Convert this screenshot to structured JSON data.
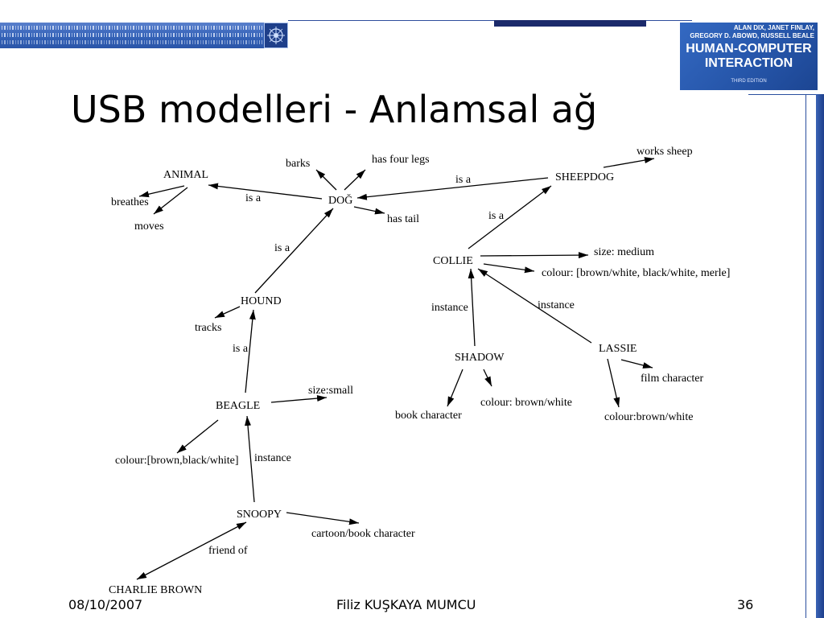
{
  "slide": {
    "title": "USB modelleri - Anlamsal ağ",
    "footer": {
      "date": "08/10/2007",
      "author": "Filiz KUŞKAYA MUMCU",
      "page": "36"
    }
  },
  "book_cover": {
    "authors_line1": "ALAN DIX, JANET FINLAY,",
    "authors_line2": "GREGORY D. ABOWD, RUSSELL BEALE",
    "title_line1": "HUMAN-COMPUTER",
    "title_line2": "INTERACTION",
    "edition": "THIRD EDITION"
  },
  "colors": {
    "accent_blue": "#2656aa",
    "navy": "#1b2a6b",
    "text": "#000000"
  },
  "diagram": {
    "nodes": [
      {
        "label": "ANIMAL"
      },
      {
        "label": "breathes"
      },
      {
        "label": "moves"
      },
      {
        "label": "barks"
      },
      {
        "label": "has four legs"
      },
      {
        "label": "DOĞ"
      },
      {
        "label": "has tail"
      },
      {
        "label": "SHEEPDOG"
      },
      {
        "label": "works sheep"
      },
      {
        "label": "COLLIE"
      },
      {
        "label": "size: medium"
      },
      {
        "label": "colour: [brown/white, black/white, merle]"
      },
      {
        "label": "HOUND"
      },
      {
        "label": "tracks"
      },
      {
        "label": "SHADOW"
      },
      {
        "label": "LASSIE"
      },
      {
        "label": "film character"
      },
      {
        "label": "BEAGLE"
      },
      {
        "label": "size:small"
      },
      {
        "label": "book character"
      },
      {
        "label": "colour: brown/white"
      },
      {
        "label": "colour:brown/white"
      },
      {
        "label": "colour:[brown,black/white]"
      },
      {
        "label": "SNOOPY"
      },
      {
        "label": "cartoon/book character"
      },
      {
        "label": "CHARLIE BROWN"
      }
    ],
    "edges": [
      {
        "from": "DOĞ",
        "to": "ANIMAL",
        "label": "is a"
      },
      {
        "from": "ANIMAL",
        "to": "breathes"
      },
      {
        "from": "ANIMAL",
        "to": "moves"
      },
      {
        "from": "DOĞ",
        "to": "barks"
      },
      {
        "from": "DOĞ",
        "to": "has four legs"
      },
      {
        "from": "DOĞ",
        "to": "has tail"
      },
      {
        "from": "SHEEPDOG",
        "to": "DOĞ",
        "label": "is a"
      },
      {
        "from": "SHEEPDOG",
        "to": "works sheep"
      },
      {
        "from": "COLLIE",
        "to": "SHEEPDOG",
        "label": "is a"
      },
      {
        "from": "COLLIE",
        "to": "size: medium"
      },
      {
        "from": "COLLIE",
        "to": "colour: [brown/white, black/white, merle]"
      },
      {
        "from": "HOUND",
        "to": "DOĞ",
        "label": "is a"
      },
      {
        "from": "HOUND",
        "to": "tracks"
      },
      {
        "from": "SHADOW",
        "to": "COLLIE",
        "label": "instance"
      },
      {
        "from": "LASSIE",
        "to": "COLLIE",
        "label": "instance"
      },
      {
        "from": "BEAGLE",
        "to": "HOUND",
        "label": "is a"
      },
      {
        "from": "SHADOW",
        "to": "book character"
      },
      {
        "from": "SHADOW",
        "to": "colour: brown/white"
      },
      {
        "from": "LASSIE",
        "to": "film character"
      },
      {
        "from": "LASSIE",
        "to": "colour:brown/white"
      },
      {
        "from": "BEAGLE",
        "to": "size:small"
      },
      {
        "from": "BEAGLE",
        "to": "colour:[brown,black/white]"
      },
      {
        "from": "SNOOPY",
        "to": "BEAGLE",
        "label": "instance"
      },
      {
        "from": "SNOOPY",
        "to": "cartoon/book character"
      },
      {
        "from": "CHARLIE BROWN",
        "to": "SNOOPY",
        "label": "friend of",
        "bidirectional": true
      }
    ]
  }
}
